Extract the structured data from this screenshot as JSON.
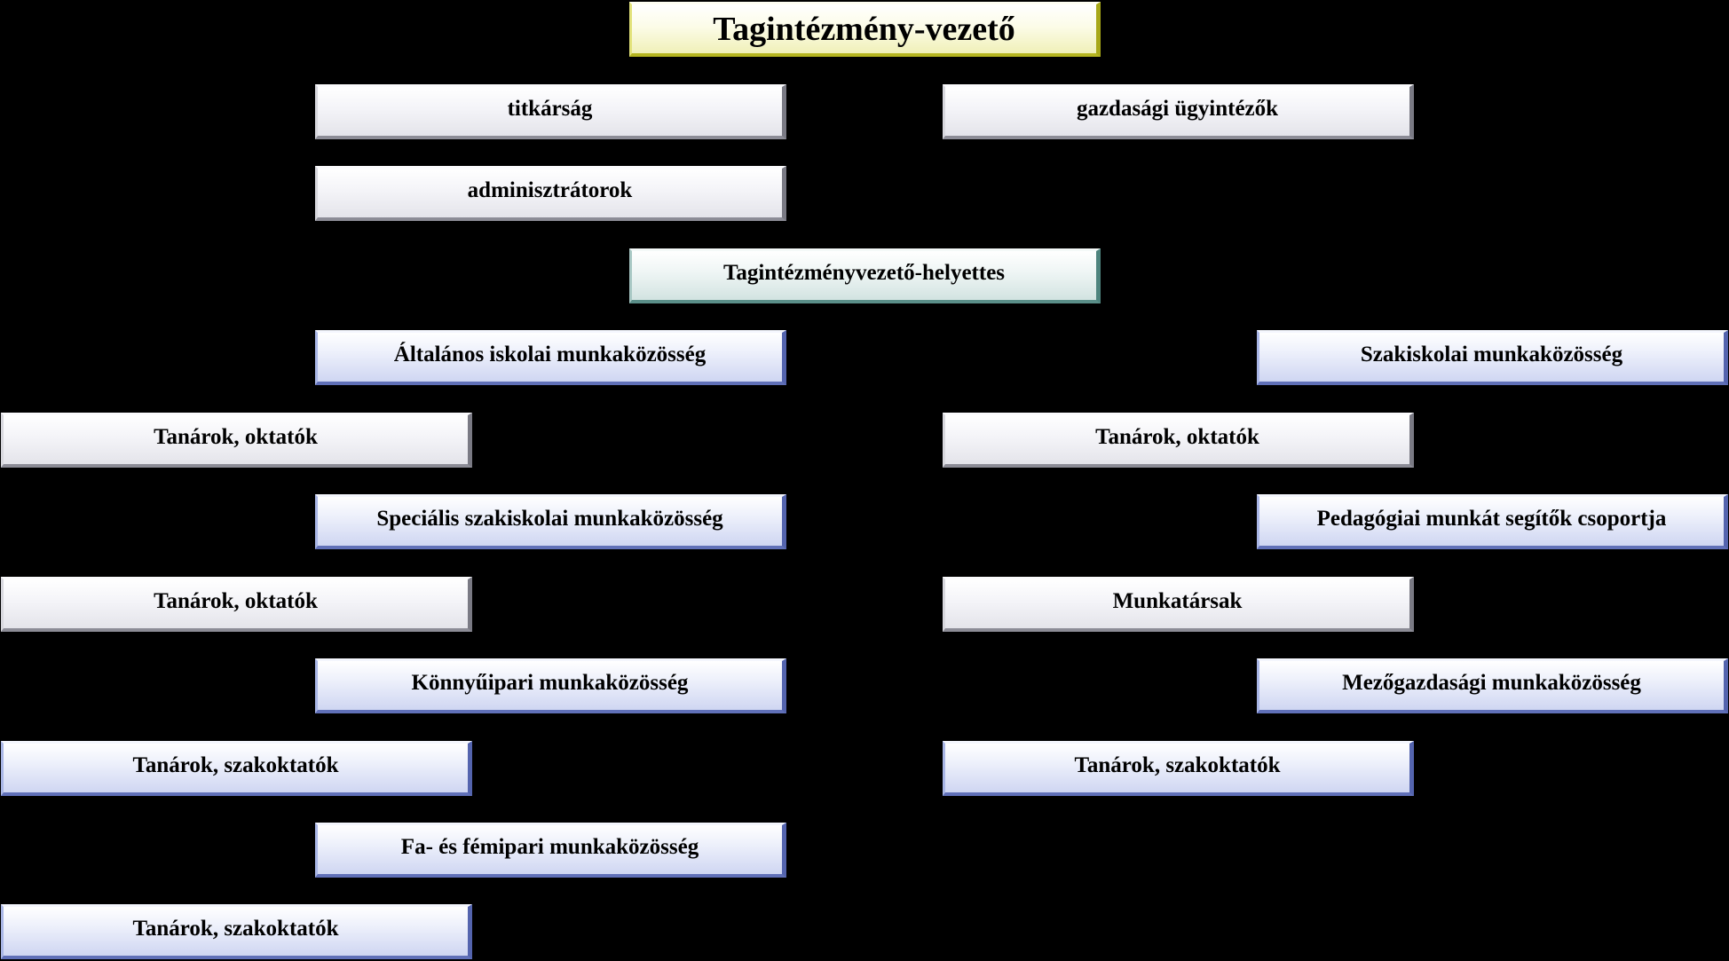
{
  "colors": {
    "background": "#000000",
    "head_box": "#f0f0b8",
    "deputy_box": "#d2e3e1",
    "plain_box": "#e4e4ea",
    "group_box": "#cfd6f2"
  },
  "org": {
    "head": "Tagintézmény-vezető",
    "secretariat": "titkárság",
    "economic_staff": "gazdasági ügyintézők",
    "administrators": "adminisztrátorok",
    "deputy": "Tagintézményvezető-helyettes",
    "left": [
      {
        "group": "Általános iskolai munkaközösség",
        "members": "Tanárok, oktatók"
      },
      {
        "group": "Speciális szakiskolai munkaközösség",
        "members": "Tanárok, oktatók"
      },
      {
        "group": "Könnyűipari munkaközösség",
        "members": "Tanárok, szakoktatók"
      },
      {
        "group": "Fa- és fémipari munkaközösség",
        "members": "Tanárok, szakoktatók"
      }
    ],
    "right": [
      {
        "group": "Szakiskolai munkaközösség",
        "members": "Tanárok, oktatók"
      },
      {
        "group": "Pedagógiai munkát segítők csoportja",
        "members": "Munkatársak"
      },
      {
        "group": "Mezőgazdasági munkaközösség",
        "members": "Tanárok, szakoktatók"
      }
    ]
  }
}
